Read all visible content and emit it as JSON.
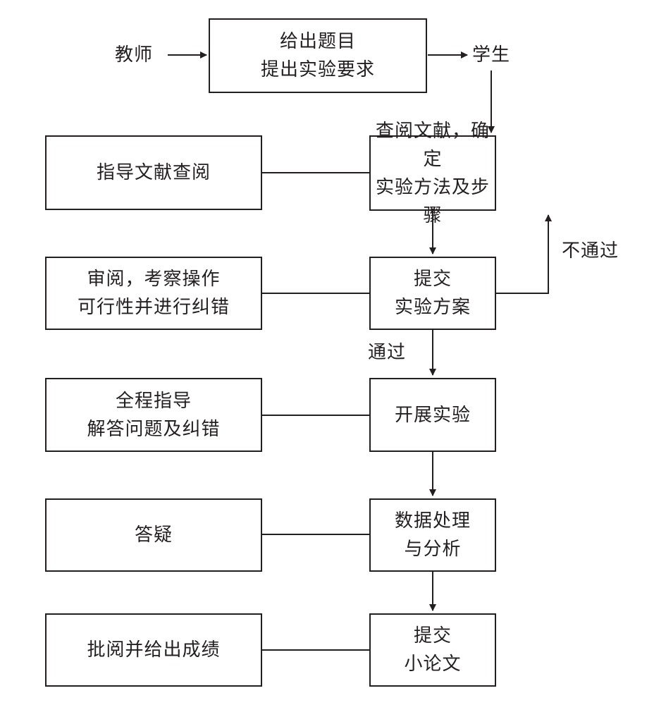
{
  "actors": {
    "teacher": "教师",
    "student": "学生"
  },
  "top_box": {
    "line1": "给出题目",
    "line2": "提出实验要求"
  },
  "student_steps": [
    {
      "line1": "查阅文献，确定",
      "line2": "实验方法及步骤"
    },
    {
      "line1": "提交",
      "line2": "实验方案"
    },
    {
      "line1": "开展实验",
      "line2": ""
    },
    {
      "line1": "数据处理",
      "line2": "与分析"
    },
    {
      "line1": "提交",
      "line2": "小论文"
    }
  ],
  "teacher_steps": [
    {
      "line1": "指导文献查阅",
      "line2": ""
    },
    {
      "line1": "审阅，考察操作",
      "line2": "可行性并进行纠错"
    },
    {
      "line1": "全程指导",
      "line2": "解答问题及纠错"
    },
    {
      "line1": "答疑",
      "line2": ""
    },
    {
      "line1": "批阅并给出成绩",
      "line2": ""
    }
  ],
  "edge_labels": {
    "fail": "不通过",
    "pass": "通过"
  },
  "colors": {
    "line": "#231f20",
    "background": "#ffffff"
  }
}
